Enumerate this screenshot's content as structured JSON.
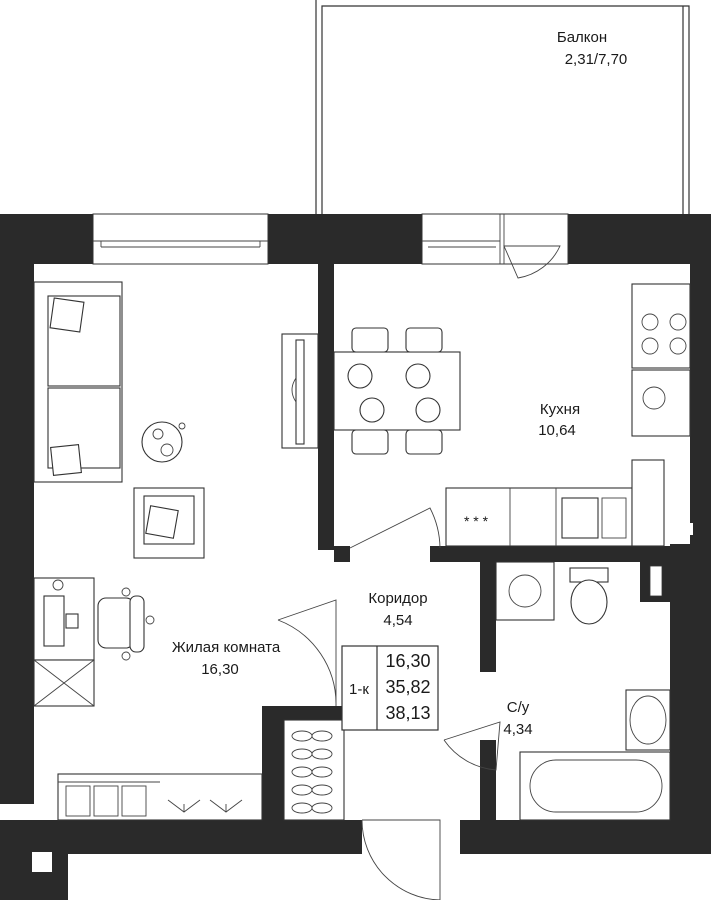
{
  "balcony": {
    "name": "Балкон",
    "area": "2,31/7,70"
  },
  "kitchen": {
    "name": "Кухня",
    "area": "10,64"
  },
  "corridor": {
    "name": "Коридор",
    "area": "4,54"
  },
  "living": {
    "name": "Жилая комната",
    "area": "16,30"
  },
  "bathroom": {
    "name": "С/у",
    "area": "4,34"
  },
  "summary": {
    "type": "1-к",
    "living_area": "16,30",
    "total_area": "35,82",
    "full_area": "38,13"
  }
}
